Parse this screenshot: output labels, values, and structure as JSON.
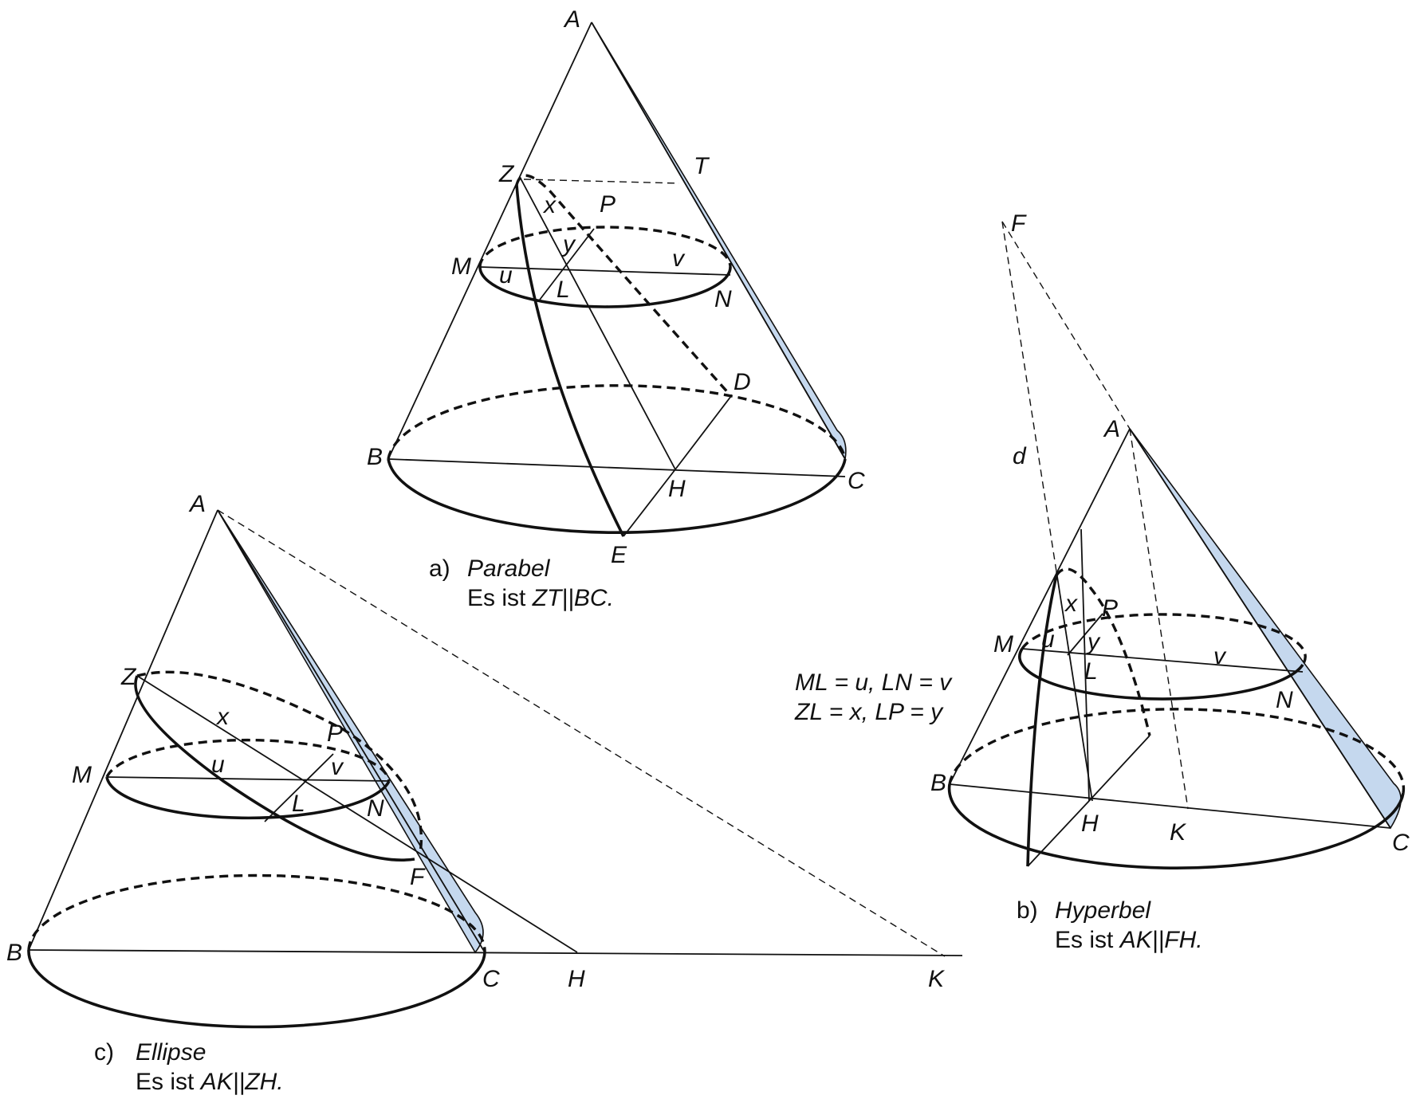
{
  "diagram_a": {
    "points": {
      "A": "A",
      "T": "T",
      "Z": "Z",
      "P": "P",
      "M": "M",
      "N": "N",
      "L": "L",
      "D": "D",
      "B": "B",
      "C": "C",
      "H": "H",
      "E": "E"
    },
    "segments": {
      "x": "x",
      "y": "y",
      "u": "u",
      "v": "v"
    },
    "caption": {
      "letter": "a)",
      "title": "Parabel",
      "condition_prefix": "Es ist ",
      "condition": "ZT||BC."
    }
  },
  "diagram_b": {
    "points": {
      "F": "F",
      "A": "A",
      "P": "P",
      "M": "M",
      "L": "L",
      "N": "N",
      "B": "B",
      "H": "H",
      "K": "K",
      "C": "C"
    },
    "segments": {
      "d": "d",
      "x": "x",
      "u": "u",
      "y": "y",
      "v": "v"
    },
    "caption": {
      "letter": "b)",
      "title": "Hyperbel",
      "condition_prefix": "Es ist ",
      "condition": "AK||FH."
    }
  },
  "diagram_c": {
    "points": {
      "A": "A",
      "Z": "Z",
      "P": "P",
      "M": "M",
      "L": "L",
      "N": "N",
      "F": "F",
      "B": "B",
      "C": "C",
      "H": "H",
      "K": "K"
    },
    "segments": {
      "x": "x",
      "u": "u",
      "v": "v"
    },
    "caption": {
      "letter": "c)",
      "title": "Ellipse",
      "condition_prefix": "Es ist ",
      "condition": "AK||ZH."
    }
  },
  "legend": {
    "line1": "ML = u, LN = v",
    "line2": "ZL = x, LP = y"
  },
  "colors": {
    "shade": "#c5d8ee",
    "stroke": "#111111",
    "background": "#ffffff"
  }
}
